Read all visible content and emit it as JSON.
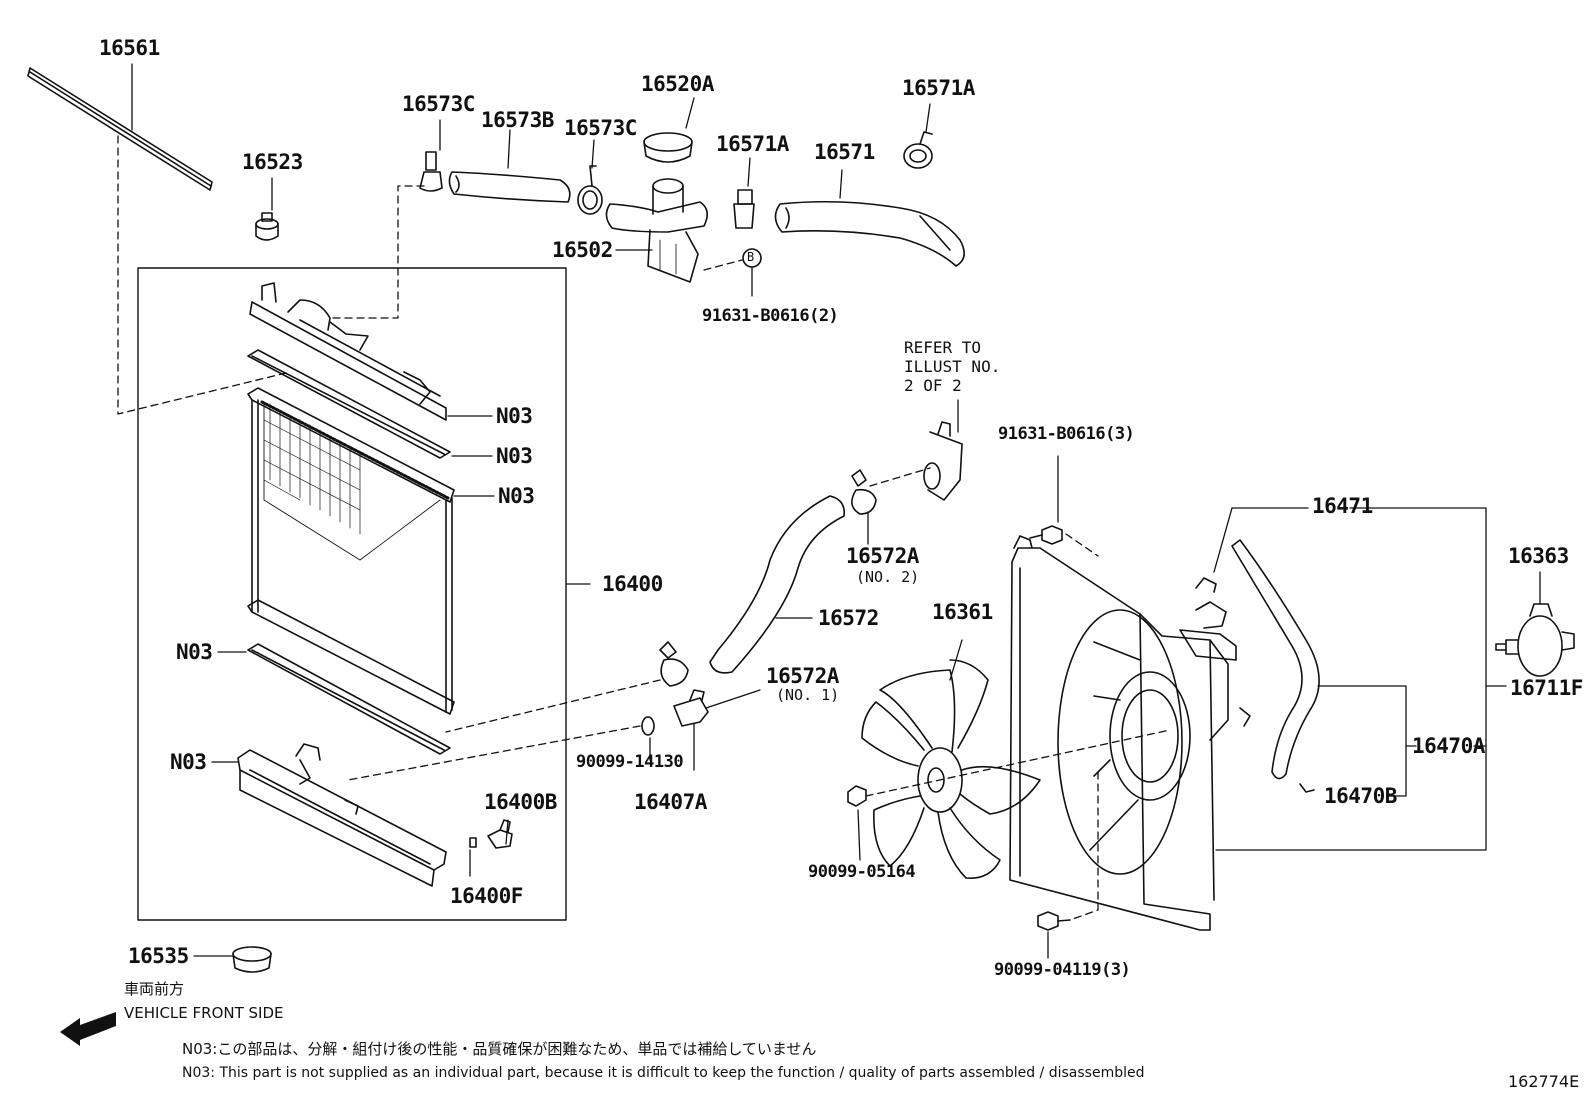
{
  "diagram_id": "162774E",
  "part_labels": {
    "p16561": "16561",
    "p16523": "16523",
    "p16573C_a": "16573C",
    "p16573B": "16573B",
    "p16573C_b": "16573C",
    "p16520A": "16520A",
    "p16571A_a": "16571A",
    "p16571A_b": "16571A",
    "p16571": "16571",
    "p16502": "16502",
    "p91631_2": "91631-B0616(2)",
    "p91631_3": "91631-B0616(3)",
    "p16572A_2": "16572A",
    "p16572": "16572",
    "p16572A_1": "16572A",
    "p16400": "16400",
    "p16361": "16361",
    "p16471": "16471",
    "p16363": "16363",
    "p16711F": "16711F",
    "p16470A": "16470A",
    "p16470B": "16470B",
    "p90099_14130": "90099-14130",
    "p16407A": "16407A",
    "p16400B": "16400B",
    "p16400F": "16400F",
    "p90099_05164": "90099-05164",
    "p90099_04119": "90099-04119(3)",
    "p16535": "16535",
    "n03_a": "N03",
    "n03_b": "N03",
    "n03_c": "N03",
    "n03_d": "N03",
    "n03_e": "N03"
  },
  "sub_labels": {
    "no2": "(NO. 2)",
    "no1": "(NO. 1)"
  },
  "bolt_marker": "B",
  "refer_note": "REFER TO\nILLUST NO.\n2 OF 2",
  "direction": {
    "jp": "車両前方",
    "en": "VEHICLE FRONT SIDE"
  },
  "notes": {
    "jp": "N03:この部品は、分解・組付け後の性能・品質確保が困難なため、単品では補給していません",
    "en": "N03: This part is not supplied as an individual part, because it is difficult to keep the function / quality of parts assembled / disassembled"
  }
}
